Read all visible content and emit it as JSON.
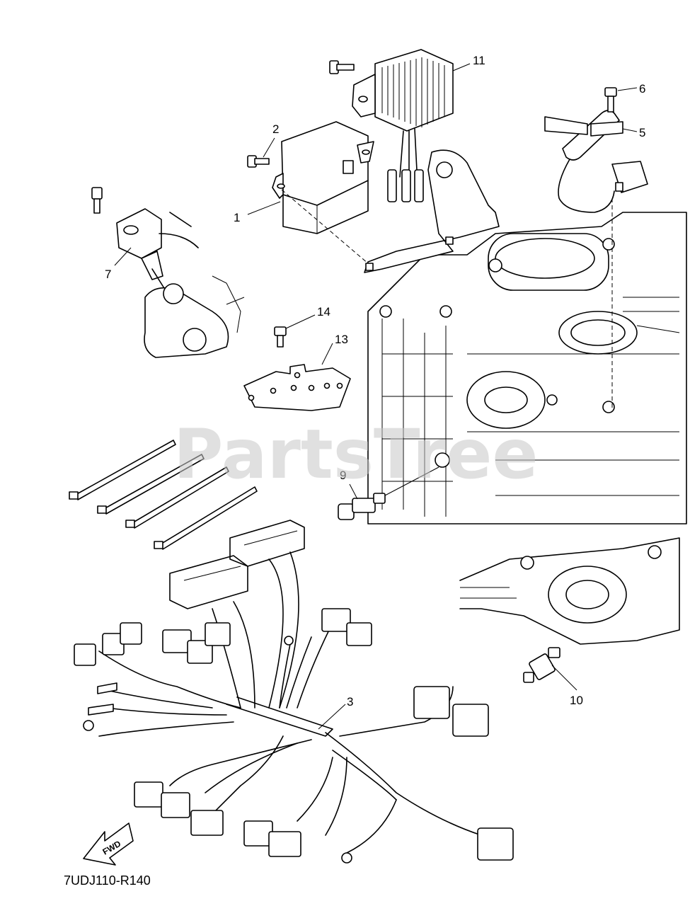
{
  "diagram": {
    "reference_code": "7UDJ110-R140",
    "watermark": "PartsTree",
    "direction_label": "FWD",
    "callouts": [
      "1",
      "2",
      "3",
      "5",
      "6",
      "7",
      "9",
      "10",
      "11",
      "13",
      "14"
    ]
  }
}
